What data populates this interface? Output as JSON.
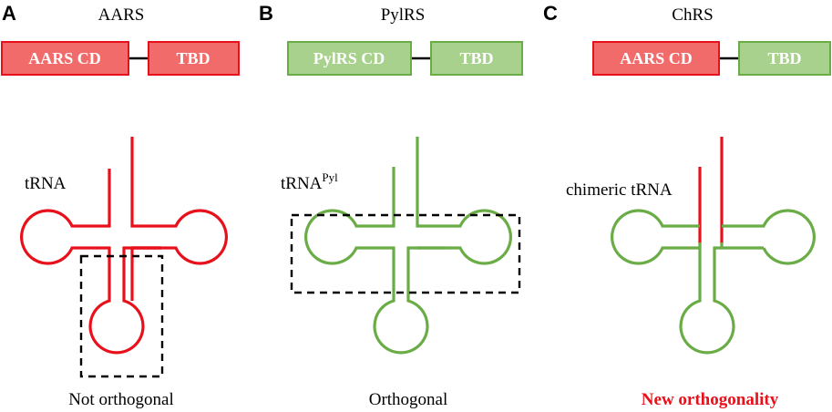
{
  "panels": [
    {
      "letter": "A",
      "title": "AARS",
      "domains": [
        "AARS CD",
        "TBD"
      ],
      "domain_colors": [
        "red",
        "red"
      ],
      "trna_label": "tRNA",
      "trna_superscript": "",
      "trna_color": "red",
      "caption": "Not orthogonal",
      "caption_style": "normal",
      "dashed_box": "bottom-arm"
    },
    {
      "letter": "B",
      "title": "PylRS",
      "domains": [
        "PylRS CD",
        "TBD"
      ],
      "domain_colors": [
        "green",
        "green"
      ],
      "trna_label": "tRNA",
      "trna_superscript": "Pyl",
      "trna_color": "green",
      "caption": "Orthogonal",
      "caption_style": "normal",
      "dashed_box": "side-arms"
    },
    {
      "letter": "C",
      "title": "ChRS",
      "domains": [
        "AARS CD",
        "TBD"
      ],
      "domain_colors": [
        "red",
        "green"
      ],
      "trna_label": "chimeric tRNA",
      "trna_superscript": "",
      "trna_color": "green-with-red-acceptor",
      "caption": "New orthogonality",
      "caption_style": "bold-red",
      "dashed_box": "none"
    }
  ],
  "colors": {
    "red_fill": "#f26b6b",
    "red_stroke": "#e8101a",
    "green_fill": "#a9d18e",
    "green_stroke": "#6aac46",
    "text": "#000000",
    "highlight": "#e8101a"
  }
}
